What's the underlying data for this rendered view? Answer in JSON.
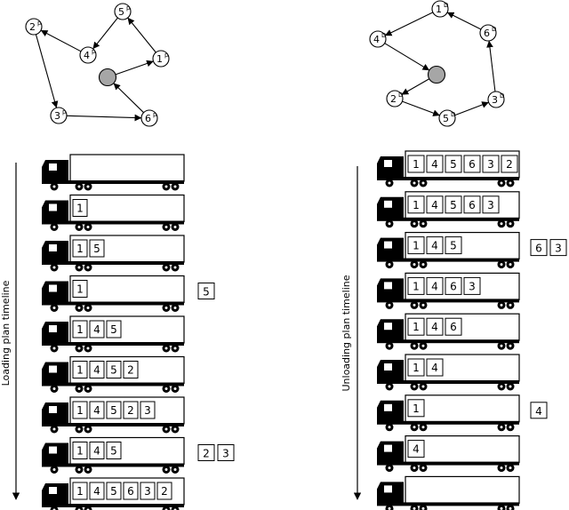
{
  "loading": {
    "graph": {
      "nodes": [
        {
          "id": "5p",
          "num": "5",
          "sup": "p"
        },
        {
          "id": "2p",
          "num": "2",
          "sup": "p"
        },
        {
          "id": "4p",
          "num": "4",
          "sup": "p"
        },
        {
          "id": "1p",
          "num": "1",
          "sup": "p"
        },
        {
          "id": "3p",
          "num": "3",
          "sup": "p"
        },
        {
          "id": "6p",
          "num": "6",
          "sup": "p"
        }
      ],
      "edges": [
        [
          "depot",
          "1p"
        ],
        [
          "1p",
          "5p"
        ],
        [
          "5p",
          "4p"
        ],
        [
          "4p",
          "2p"
        ],
        [
          "2p",
          "3p"
        ],
        [
          "3p",
          "6p"
        ],
        [
          "6p",
          "depot"
        ]
      ]
    },
    "timeline_label": "Loading plan timeline",
    "steps": [
      {
        "truck": [],
        "side": []
      },
      {
        "truck": [
          "1"
        ],
        "side": []
      },
      {
        "truck": [
          "1",
          "5"
        ],
        "side": []
      },
      {
        "truck": [
          "1"
        ],
        "side": [
          "5"
        ]
      },
      {
        "truck": [
          "1",
          "4",
          "5"
        ],
        "side": []
      },
      {
        "truck": [
          "1",
          "4",
          "5",
          "2"
        ],
        "side": []
      },
      {
        "truck": [
          "1",
          "4",
          "5",
          "2",
          "3"
        ],
        "side": []
      },
      {
        "truck": [
          "1",
          "4",
          "5"
        ],
        "side": [
          "2",
          "3"
        ]
      },
      {
        "truck": [
          "1",
          "4",
          "5",
          "6",
          "3",
          "2"
        ],
        "side": []
      }
    ]
  },
  "unloading": {
    "graph": {
      "nodes": [
        {
          "id": "1d",
          "num": "1",
          "sup": "D"
        },
        {
          "id": "4d",
          "num": "4",
          "sup": "D"
        },
        {
          "id": "6d",
          "num": "6",
          "sup": "D"
        },
        {
          "id": "2d",
          "num": "2",
          "sup": "D"
        },
        {
          "id": "3d",
          "num": "3",
          "sup": "D"
        },
        {
          "id": "5d",
          "num": "5",
          "sup": "D"
        }
      ],
      "edges": [
        [
          "depot",
          "2d"
        ],
        [
          "2d",
          "5d"
        ],
        [
          "5d",
          "3d"
        ],
        [
          "3d",
          "6d"
        ],
        [
          "6d",
          "1d"
        ],
        [
          "1d",
          "4d"
        ],
        [
          "4d",
          "depot"
        ]
      ]
    },
    "timeline_label": "Unloading plan timeline",
    "steps": [
      {
        "truck": [
          "1",
          "4",
          "5",
          "6",
          "3",
          "2"
        ],
        "side": []
      },
      {
        "truck": [
          "1",
          "4",
          "5",
          "6",
          "3"
        ],
        "side": []
      },
      {
        "truck": [
          "1",
          "4",
          "5"
        ],
        "side": [
          "6",
          "3"
        ]
      },
      {
        "truck": [
          "1",
          "4",
          "6",
          "3"
        ],
        "side": []
      },
      {
        "truck": [
          "1",
          "4",
          "6"
        ],
        "side": []
      },
      {
        "truck": [
          "1",
          "4"
        ],
        "side": []
      },
      {
        "truck": [
          "1"
        ],
        "side": [
          "4"
        ]
      },
      {
        "truck": [
          "4"
        ],
        "side": []
      },
      {
        "truck": [],
        "side": []
      }
    ]
  },
  "colors": {
    "ink": "#000000",
    "depot_fill": "#a6a6a6",
    "paper": "#ffffff"
  }
}
